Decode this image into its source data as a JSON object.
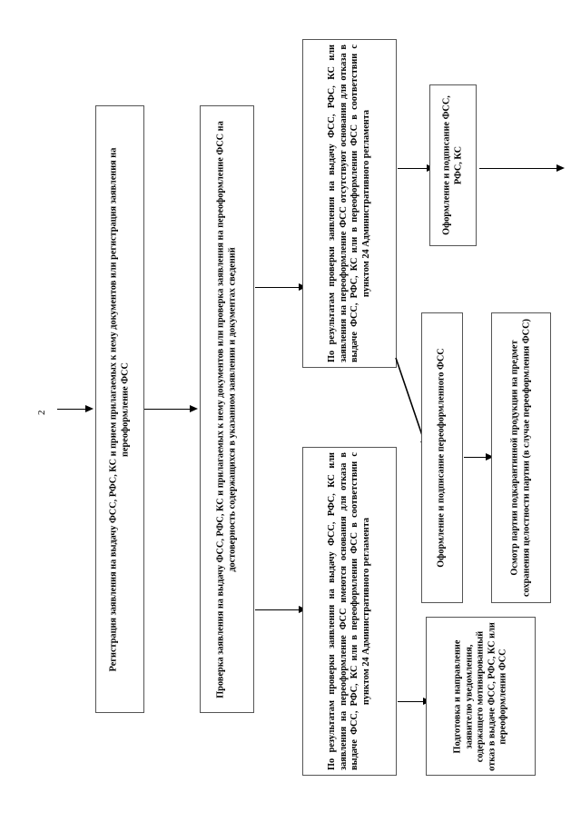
{
  "page": {
    "number": "2",
    "orientation": "landscape-rotated",
    "colors": {
      "ink": "#000000",
      "box_border": "#555555",
      "background": "#ffffff"
    }
  },
  "nodes": {
    "registration": {
      "text": "Регистрация заявления на выдачу ФСС, РФС, КС и прием прилагаемых к нему документов или регистрация заявления на переоформление ФСС"
    },
    "verification": {
      "text": "Проверка заявления на выдачу ФСС, РФС, КС и прилагаемых к нему документов или проверка заявления на переоформление ФСС на достоверность содержащихся в указанном заявлении и документах сведений"
    },
    "no_grounds_for_refusal": {
      "text": "По результатам проверки заявления на выдачу ФСС, РФС, КС или заявления на переоформление ФСС отсутствуют основания для отказа в выдаче ФСС, РФС, КС или в переоформлении ФСС в соответствии с пунктом 24 Административного регламента"
    },
    "grounds_for_refusal": {
      "text": "По результатам проверки заявления на выдачу ФСС, РФС, КС или заявления на переоформление ФСС имеются основания для отказа в выдаче ФСС, РФС, КС или в переоформлении ФСС в соответствии с пунктом 24 Административного регламента"
    },
    "issue_and_sign": {
      "text": "Оформление и подписание ФСС, РФС, КС"
    },
    "issue_and_sign_reissued": {
      "text": "Оформление и подписание переоформленного ФСС"
    },
    "inspection_of_batch": {
      "text": "Осмотр партии подкарантинной продукции на предмет сохранения целостности партии (в случае переоформления ФСС)"
    },
    "refusal_notice": {
      "text": "Подготовка и направление заявителю уведомления, содержащего мотивированный отказ в выдаче ФСС, РФС, КС или переоформлении ФСС"
    }
  },
  "connectors": [
    {
      "name": "entry-arrow",
      "from": "page-entry",
      "to": "registration",
      "kind": "straight"
    },
    {
      "name": "registration-to-verification",
      "from": "registration",
      "to": "verification",
      "kind": "straight"
    },
    {
      "name": "verification-to-no-grounds",
      "from": "verification",
      "to": "no_grounds_for_refusal",
      "kind": "straight"
    },
    {
      "name": "verification-to-grounds",
      "from": "verification",
      "to": "grounds_for_refusal",
      "kind": "straight"
    },
    {
      "name": "no-grounds-to-issue-sign",
      "from": "no_grounds_for_refusal",
      "to": "issue_and_sign",
      "kind": "straight"
    },
    {
      "name": "no-grounds-to-reissued",
      "from": "no_grounds_for_refusal",
      "to": "issue_and_sign_reissued",
      "kind": "diagonal"
    },
    {
      "name": "reissued-to-inspection",
      "from": "issue_and_sign_reissued",
      "to": "inspection_of_batch",
      "kind": "straight"
    },
    {
      "name": "grounds-to-refusal-notice",
      "from": "grounds_for_refusal",
      "to": "refusal_notice",
      "kind": "straight"
    },
    {
      "name": "issue-sign-exit",
      "from": "issue_and_sign",
      "to": "page-exit",
      "kind": "straight"
    }
  ]
}
